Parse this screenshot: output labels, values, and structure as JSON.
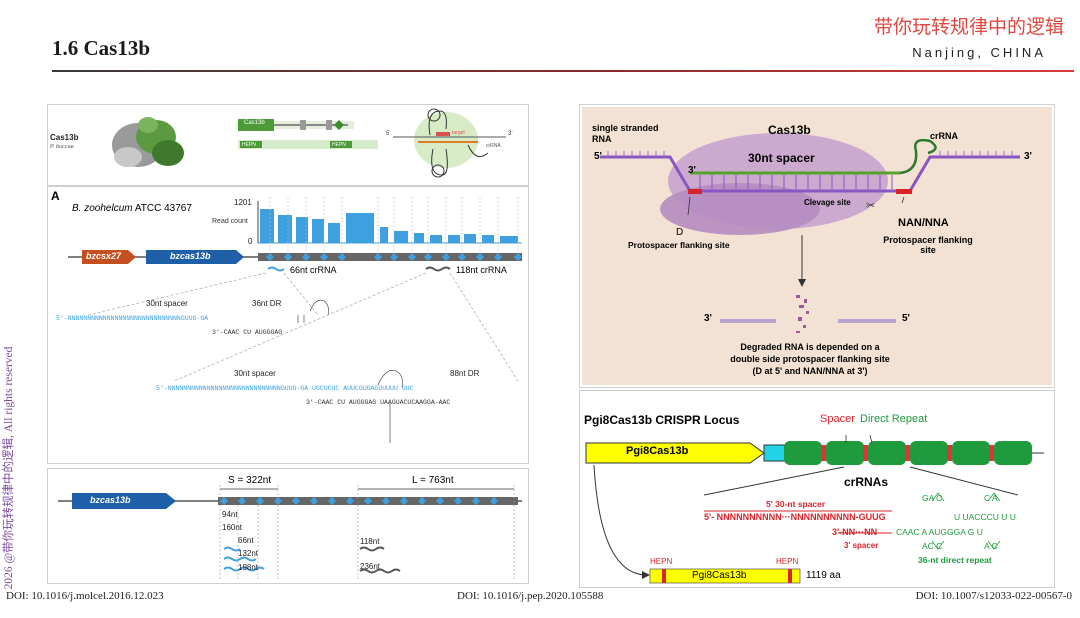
{
  "header": {
    "title": "1.6 Cas13b",
    "brand": "带你玩转规律中的逻辑",
    "location": "Nanjing, CHINA"
  },
  "side_watermark": "2026 @带你玩转规律中的逻辑, All rights reserved",
  "footer": {
    "doi_left": "DOI: 10.1016/j.molcel.2016.12.023",
    "doi_middle": "DOI: 10.1016/j.pep.2020.105588",
    "doi_right": "DOI: 10.1007/s12033-022-00567-0"
  },
  "left_top": {
    "name": "Cas13b",
    "species": "P. buccae",
    "gene_box": "Cas13b",
    "hepn1": "HEPN",
    "hepn2": "HEPN",
    "target_label": "target",
    "rna_label": "crRNA",
    "five": "5'",
    "three": "3'"
  },
  "panel_a": {
    "letter": "A",
    "organism": "B. zoohelcum",
    "strain": "ATCC 43767",
    "max_reads": "1201",
    "zero": "0",
    "read_count_label": "Read count",
    "gene1": "bzcsx27",
    "gene2": "bzcas13b",
    "crrna_66": "66nt crRNA",
    "crrna_118": "118nt crRNA",
    "spacer1": "30nt spacer",
    "dr1": "36nt DR",
    "seq1_top": "5'-NNNNNNNNNNNNNNNNNNNNNNNNNNNNNGUUG-GA",
    "seq1_bottom": "3'-CAAC CU AUGGGAG",
    "spacer2": "30nt spacer",
    "dr2": "88nt DR",
    "seq2_top": "5'-NNNNNNNNNNNNNNNNNNNNNNNNNNNNNGUUG-GA  UGCUCUC  AUUCGUGAGUUUUU GUC",
    "seq2_bottom": "3'-CAAC CU AUGGGAG  UAAGUACUCAAGGA-AAC"
  },
  "panel_b": {
    "gene": "bzcas13b",
    "s_label": "S = 322nt",
    "l_label": "L = 763nt",
    "n94": "94nt",
    "n160": "160nt",
    "n66": "66nt",
    "n132": "132nt",
    "n198": "198nt",
    "n118": "118nt",
    "n236": "236nt"
  },
  "right_top": {
    "ss_rna": "single stranded",
    "ss_rna2": "RNA",
    "cas13b": "Cas13b",
    "crrna": "crRNA",
    "spacer": "30nt spacer",
    "five_left": "5'",
    "three_right": "3'",
    "three_inner": "3'",
    "d_label": "D",
    "d_site": "Protospacer flanking site",
    "cleavage": "Clevage site",
    "nan": "NAN/NNA",
    "nan_site": "Protospacer flanking",
    "nan_site2": "site",
    "deg_three": "3'",
    "deg_five": "5'",
    "degraded1": "Degraded RNA is depended on a",
    "degraded2": "double side protospacer flanking site",
    "degraded3": "(D at 5' and NAN/NNA at 3')"
  },
  "right_bottom": {
    "locus_title": "Pgi8Cas13b CRISPR Locus",
    "gene": "Pgi8Cas13b",
    "spacer": "Spacer",
    "direct_repeat": "Direct Repeat",
    "crrnas": "crRNAs",
    "spacer_5": "5' 30-nt spacer",
    "seq_top": "5'- NNNNNNNNNN···NNNNNNNNNN-GUUG",
    "seq_top2": "U UACCCU U U",
    "seq_bottom_nn": "3'-NN···NN",
    "seq_bottom": "CAAC  A AUGGGA G U",
    "spacer_3": "3' spacer",
    "ga": "GA C",
    "ca": "C A",
    "ac": "AC C",
    "ac2": "A C",
    "dr36": "36-nt direct repeat",
    "hepn1": "HEPN",
    "hepn2": "HEPN",
    "protein": "Pgi8Cas13b",
    "aa": "1119 aa"
  }
}
